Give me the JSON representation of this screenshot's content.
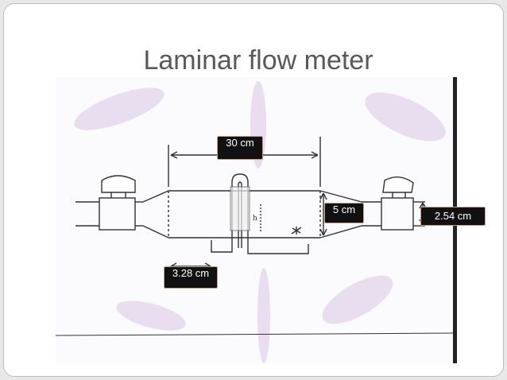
{
  "slide": {
    "title": "Laminar flow meter"
  },
  "diagram": {
    "annotation_h": "h",
    "labels": {
      "length": "30 cm",
      "diameter": "5 cm",
      "pipe": "2.54 cm",
      "section": "3.28 cm"
    }
  }
}
